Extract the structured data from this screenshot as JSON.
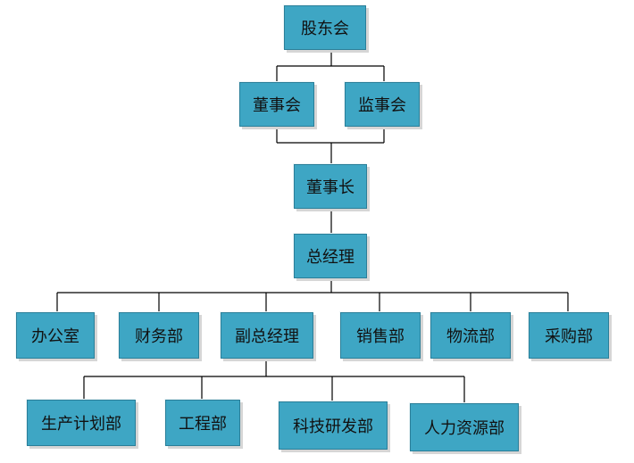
{
  "diagram": {
    "colors": {
      "box_fill": "#3ea6c4",
      "box_border": "#2b7f99",
      "line": "#000000",
      "text": "#111111"
    },
    "nodes": [
      {
        "id": "gudonghui",
        "label": "股东会"
      },
      {
        "id": "dongshihui",
        "label": "董事会"
      },
      {
        "id": "jianshihui",
        "label": "监事会"
      },
      {
        "id": "dongshizhang",
        "label": "董事长"
      },
      {
        "id": "zongjingli",
        "label": "总经理"
      },
      {
        "id": "bangongshi",
        "label": "办公室"
      },
      {
        "id": "caiwubu",
        "label": "财务部"
      },
      {
        "id": "fuzongjingli",
        "label": "副总经理"
      },
      {
        "id": "xiaoshoubu",
        "label": "销售部"
      },
      {
        "id": "wuliubu",
        "label": "物流部"
      },
      {
        "id": "caigoubu",
        "label": "采购部"
      },
      {
        "id": "shengchanjihuabu",
        "label": "生产计划部"
      },
      {
        "id": "gongchengbu",
        "label": "工程部"
      },
      {
        "id": "kejiyanfabu",
        "label": "科技研发部"
      },
      {
        "id": "renliziyuanbu",
        "label": "人力资源部"
      }
    ],
    "edges": [
      {
        "from": "gudonghui",
        "to": [
          "dongshihui",
          "jianshihui"
        ]
      },
      {
        "from": [
          "dongshihui",
          "jianshihui"
        ],
        "to": "dongshizhang"
      },
      {
        "from": "dongshizhang",
        "to": "zongjingli"
      },
      {
        "from": "zongjingli",
        "to": [
          "bangongshi",
          "caiwubu",
          "fuzongjingli",
          "xiaoshoubu",
          "wuliubu",
          "caigoubu"
        ]
      },
      {
        "from": "fuzongjingli",
        "to": [
          "shengchanjihuabu",
          "gongchengbu",
          "kejiyanfabu",
          "renliziyuanbu"
        ]
      }
    ]
  }
}
